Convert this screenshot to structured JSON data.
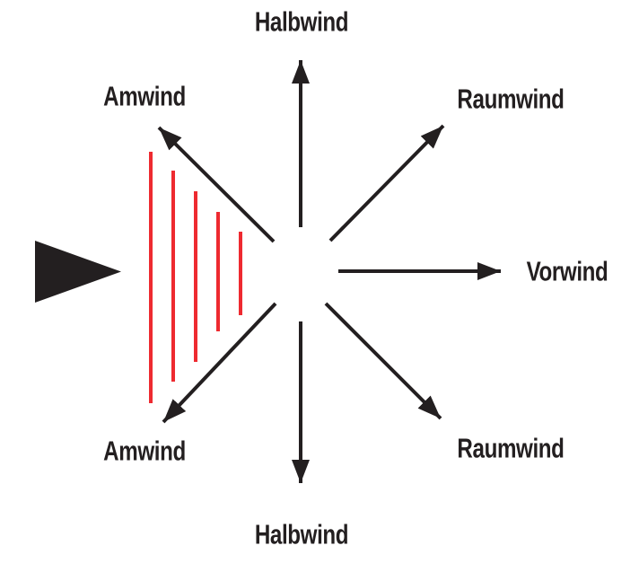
{
  "diagram": {
    "type": "points-of-sail-wind-diagram",
    "arrows": [
      {
        "direction": "up",
        "label": "Halbwind"
      },
      {
        "direction": "up-right",
        "label": "Raumwind"
      },
      {
        "direction": "right",
        "label": "Vorwind"
      },
      {
        "direction": "down-right",
        "label": "Raumwind"
      },
      {
        "direction": "down",
        "label": "Halbwind"
      },
      {
        "direction": "down-left",
        "label": "Amwind"
      },
      {
        "direction": "up-left",
        "label": "Amwind"
      }
    ],
    "no_go_zone": {
      "hatch_line_count": 5
    },
    "icons": {
      "wind_indicator": "wind-direction-triangle-icon"
    },
    "colors": {
      "ink": "#231f20",
      "hatch_red": "#ee2a30",
      "background": "#ffffff"
    }
  }
}
